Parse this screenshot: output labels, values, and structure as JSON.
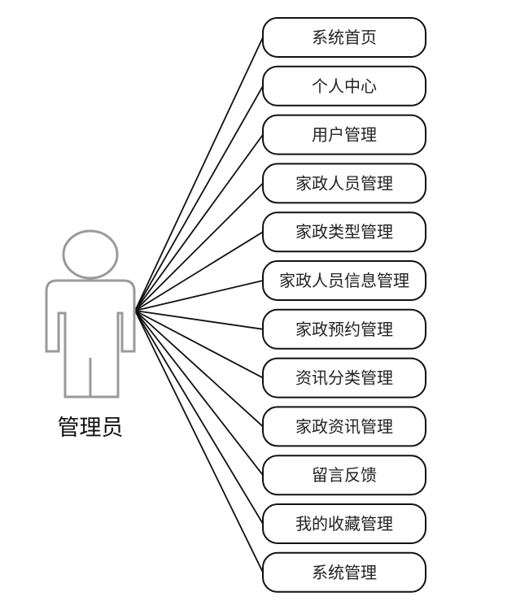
{
  "actor": {
    "label": "管理员",
    "icon": "person-icon"
  },
  "use_cases": [
    {
      "label": "系统首页"
    },
    {
      "label": "个人中心"
    },
    {
      "label": "用户管理"
    },
    {
      "label": "家政人员管理"
    },
    {
      "label": "家政类型管理"
    },
    {
      "label": "家政人员信息管理"
    },
    {
      "label": "家政预约管理"
    },
    {
      "label": "资讯分类管理"
    },
    {
      "label": "家政资讯管理"
    },
    {
      "label": "留言反馈"
    },
    {
      "label": "我的收藏管理"
    },
    {
      "label": "系统管理"
    }
  ],
  "colors": {
    "stroke": "#111111",
    "actor_outline": "#9a9a9a",
    "background": "#ffffff"
  }
}
